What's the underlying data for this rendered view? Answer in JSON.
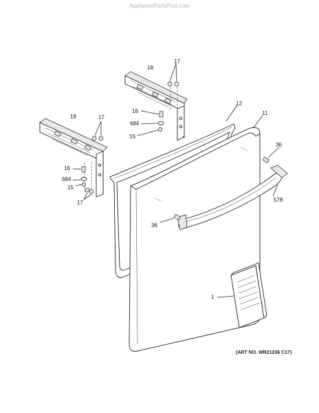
{
  "watermark": "AppliancePartsPros.com",
  "art_number": "(ART NO. WR21236 C17)",
  "callouts": {
    "c1": "1",
    "c11": "11",
    "c12": "12",
    "c15a": "15",
    "c15b": "15",
    "c16a": "16",
    "c16b": "16",
    "c17a": "17",
    "c17b": "17",
    "c17c": "17",
    "c18": "18",
    "c19": "19",
    "c36a": "36",
    "c36b": "36",
    "c578": "578",
    "c684a": "684",
    "c684b": "684"
  }
}
